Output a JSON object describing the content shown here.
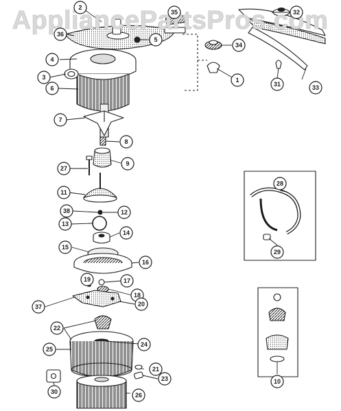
{
  "watermark": "AppliancePartsPros.com",
  "colors": {
    "ink": "#1a1a1a",
    "watermark": "#d9d9d9",
    "paper": "#ffffff"
  },
  "callouts": [
    {
      "num": "1"
    },
    {
      "num": "2"
    },
    {
      "num": "3"
    },
    {
      "num": "4"
    },
    {
      "num": "5"
    },
    {
      "num": "6"
    },
    {
      "num": "7"
    },
    {
      "num": "8"
    },
    {
      "num": "9"
    },
    {
      "num": "10"
    },
    {
      "num": "11"
    },
    {
      "num": "12"
    },
    {
      "num": "13"
    },
    {
      "num": "14"
    },
    {
      "num": "15"
    },
    {
      "num": "16"
    },
    {
      "num": "17"
    },
    {
      "num": "18"
    },
    {
      "num": "19"
    },
    {
      "num": "20"
    },
    {
      "num": "21"
    },
    {
      "num": "22"
    },
    {
      "num": "23"
    },
    {
      "num": "24"
    },
    {
      "num": "25"
    },
    {
      "num": "26"
    },
    {
      "num": "27"
    },
    {
      "num": "28"
    },
    {
      "num": "29"
    },
    {
      "num": "30"
    },
    {
      "num": "31"
    },
    {
      "num": "32"
    },
    {
      "num": "33"
    },
    {
      "num": "34"
    },
    {
      "num": "35"
    },
    {
      "num": "36"
    },
    {
      "num": "37"
    },
    {
      "num": "38"
    }
  ]
}
